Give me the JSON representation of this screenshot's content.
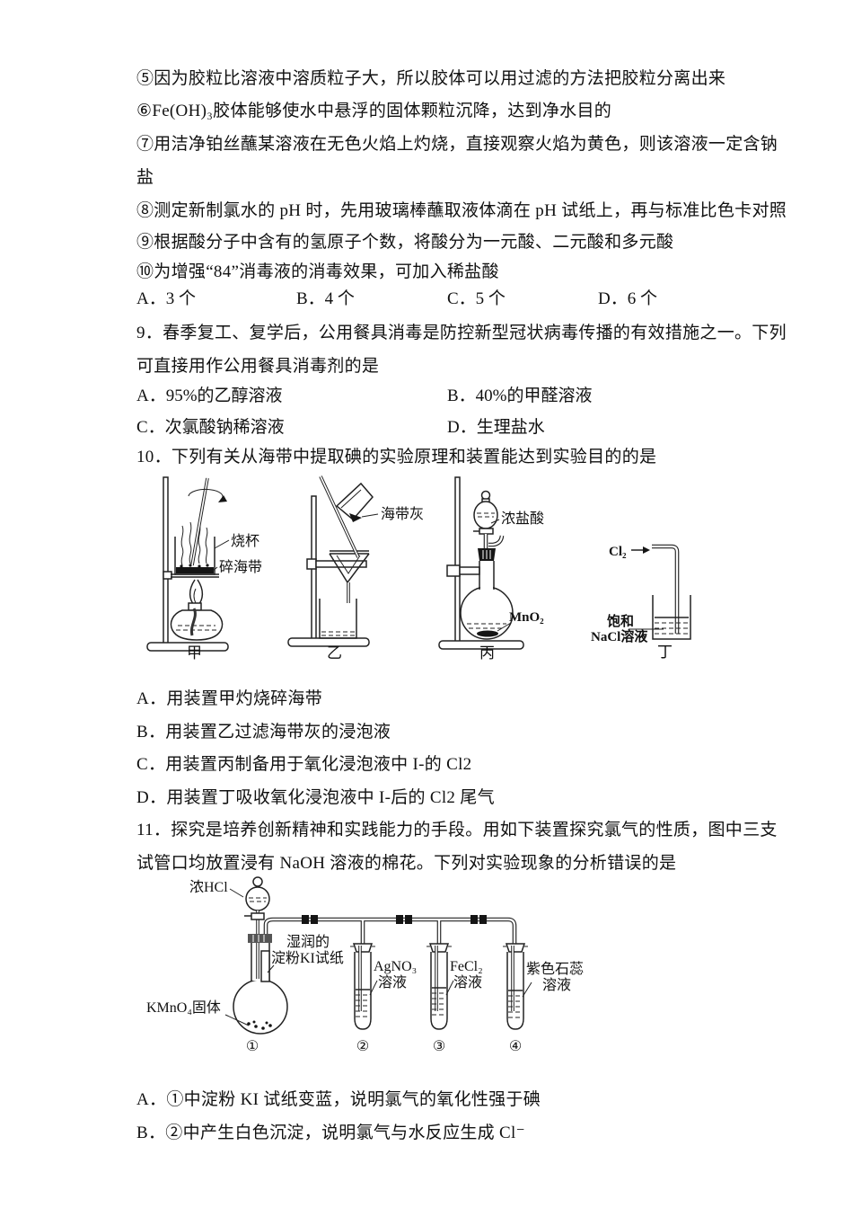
{
  "colors": {
    "paper": "#ffffff",
    "ink": "#111111"
  },
  "statements": {
    "s5": "⑤因为胶粒比溶液中溶质粒子大，所以胶体可以用过滤的方法把胶粒分离出来",
    "s6": "⑥Fe(OH)₃胶体能够使水中悬浮的固体颗粒沉降，达到净水目的",
    "s7_line1": "⑦用洁净铂丝蘸某溶液在无色火焰上灼烧，直接观察火焰为黄色，则该溶液一定含钠",
    "s7_line2": "盐",
    "s8": "⑧测定新制氯水的 pH 时，先用玻璃棒蘸取液体滴在 pH 试纸上，再与标准比色卡对照",
    "s9": "⑨根据酸分子中含有的氢原子个数，将酸分为一元酸、二元酸和多元酸",
    "s10": "⑩为增强“84”消毒液的消毒效果，可加入稀盐酸",
    "count_options": {
      "a": "A．3 个",
      "b": "B．4 个",
      "c": "C．5 个",
      "d": "D．6 个"
    }
  },
  "question9": {
    "stem_line1": "9．春季复工、复学后，公用餐具消毒是防控新型冠状病毒传播的有效措施之一。下列",
    "stem_line2": "可直接用作公用餐具消毒剂的是",
    "option_a": "A．95%的乙醇溶液",
    "option_b": "B．40%的甲醛溶液",
    "option_c": "C．次氯酸钠稀溶液",
    "option_d": "D．生理盐水"
  },
  "question10": {
    "stem": "10．下列有关从海带中提取碘的实验原理和装置能达到实验目的的是",
    "diagram": {
      "jia": {
        "label": "甲",
        "beaker_label": "烧杯",
        "kelp_label": "碎海带"
      },
      "yi": {
        "label": "乙",
        "ash_label": "海带灰"
      },
      "bing": {
        "label": "丙",
        "acid_label": "浓盐酸",
        "mno2_label": "MnO₂"
      },
      "ding": {
        "label": "丁",
        "cl2_label": "Cl₂",
        "nacl_label_line1": "饱和",
        "nacl_label_line2": "NaCl溶液"
      }
    },
    "option_a": "A．用装置甲灼烧碎海带",
    "option_b": "B．用装置乙过滤海带灰的浸泡液",
    "option_c": "C．用装置丙制备用于氧化浸泡液中 I-的 Cl2",
    "option_d": "D．用装置丁吸收氧化浸泡液中 I-后的 Cl2 尾气"
  },
  "question11": {
    "stem_line1": "11．探究是培养创新精神和实践能力的手段。用如下装置探究氯气的性质，图中三支",
    "stem_line2": "试管口均放置浸有 NaOH 溶液的棉花。下列对实验现象的分析错误的是",
    "diagram": {
      "hcl_label": "浓HCl",
      "paper_label_line1": "湿润的",
      "paper_label_line2": "淀粉KI试纸",
      "kmno4_label": "KMnO₄固体",
      "tube2_label_line1": "AgNO₃",
      "tube2_label_line2": "溶液",
      "tube3_label_line1": "FeCl₂",
      "tube3_label_line2": "溶液",
      "tube4_label_line1": "紫色石蕊",
      "tube4_label_line2": "溶液",
      "num1": "①",
      "num2": "②",
      "num3": "③",
      "num4": "④"
    },
    "option_a": "A．①中淀粉 KI 试纸变蓝，说明氯气的氧化性强于碘",
    "option_b": "B．②中产生白色沉淀，说明氯气与水反应生成 Cl⁻"
  }
}
